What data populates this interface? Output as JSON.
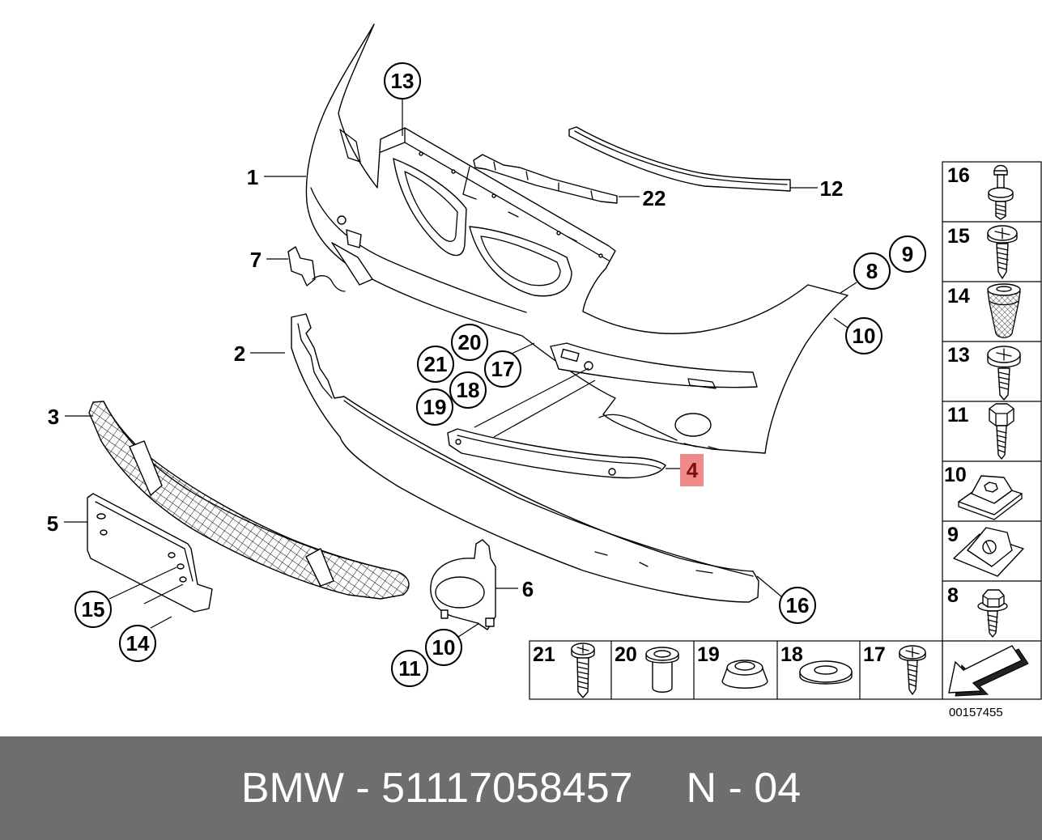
{
  "callouts": [
    "1",
    "2",
    "3",
    "4",
    "5",
    "6",
    "7",
    "8",
    "9",
    "10",
    "10",
    "11",
    "12",
    "13",
    "14",
    "15",
    "16",
    "17",
    "18",
    "19",
    "20",
    "21",
    "22"
  ],
  "legend_side": [
    "16",
    "15",
    "14",
    "13",
    "11",
    "10",
    "9",
    "8"
  ],
  "legend_bottom": [
    "21",
    "20",
    "19",
    "18",
    "17"
  ],
  "drawing_number": "00157455",
  "footer": {
    "left": "BMW - 51117058457",
    "right": "N - 04"
  },
  "icons": {
    "legend_arrow": "arrow-down-left-icon"
  },
  "colors": {
    "highlight": "#f08a8a",
    "highlight_text": "#7a0f0f",
    "footer_bg": "#6e6e6e",
    "footer_text": "#ffffff"
  }
}
